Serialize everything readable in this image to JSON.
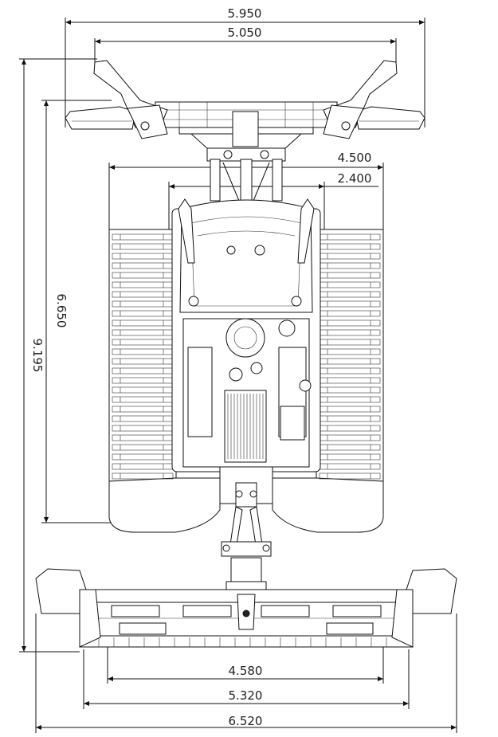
{
  "dimensions": {
    "top_outer": "5.950",
    "top_inner": "5.050",
    "right_upper": "4.500",
    "right_lower": "2.400",
    "left_inner": "6.650",
    "left_outer": "9.195",
    "bottom_1": "4.580",
    "bottom_2": "5.320",
    "bottom_3": "6.520"
  },
  "colors": {
    "line": "#111111",
    "background": "#ffffff"
  }
}
